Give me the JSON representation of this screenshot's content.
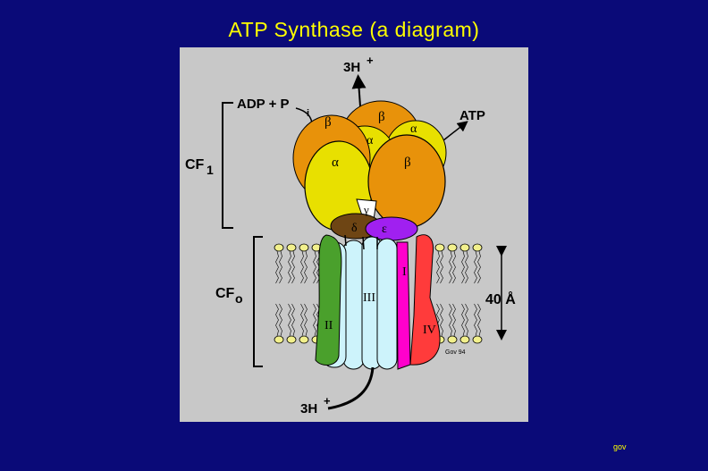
{
  "title": "ATP Synthase (a diagram)",
  "footer_credit": "gov",
  "diagram": {
    "top_proton": "3H",
    "top_proton_sup": "+",
    "substrate": "ADP + P",
    "substrate_sub": "i",
    "product": "ATP",
    "cf1_label": "CF",
    "cf1_sub": "1",
    "cf0_label": "CF",
    "cf0_sub": "o",
    "bottom_proton": "3H",
    "bottom_proton_sup": "+",
    "width_label": "40 Å",
    "credit": "Gov 94",
    "subunits": {
      "beta": "β",
      "alpha": "α",
      "gamma": "γ",
      "delta": "δ",
      "epsilon": "ε",
      "I": "I",
      "II": "II",
      "III": "III",
      "IV": "IV"
    },
    "colors": {
      "background": "#0a0a78",
      "title": "#ffff00",
      "panel": "#c8c8c8",
      "beta": "#e8920a",
      "alpha": "#e8e000",
      "delta": "#6e4514",
      "epsilon": "#a020f0",
      "subunit_I": "#ff00cc",
      "subunit_II": "#4aa02c",
      "subunit_III": "#cdf3fb",
      "subunit_IV": "#ff3b3b",
      "lipid_head": "#f2f08c"
    }
  }
}
